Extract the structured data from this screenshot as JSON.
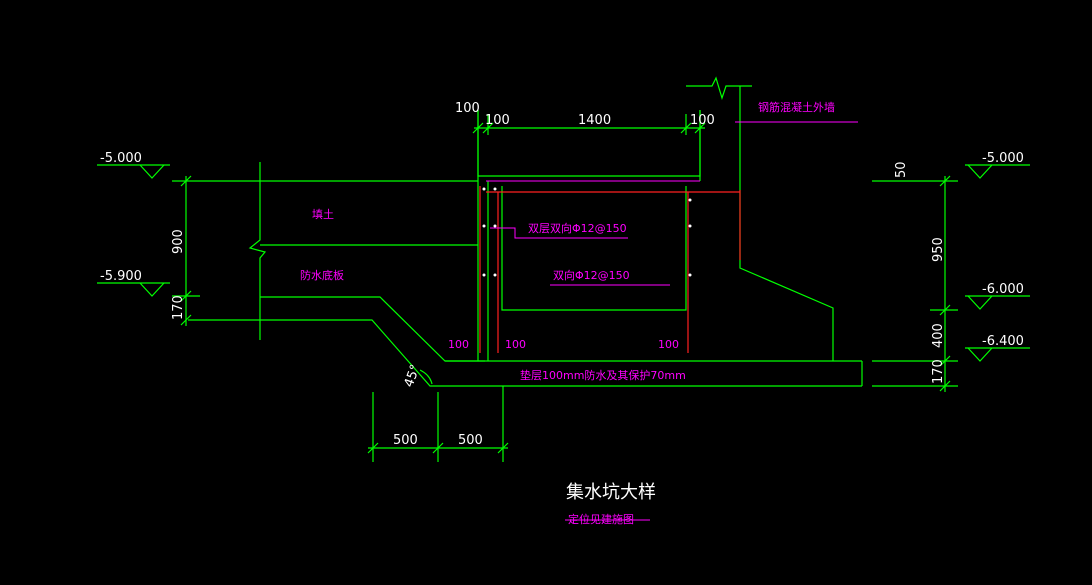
{
  "title": "集水坑大样",
  "subtitle": "定位见建施图",
  "levels": {
    "left_top": "-5.000",
    "left_bottom": "-5.900",
    "right_top": "-5.000",
    "right_mid": "-6.000",
    "right_bottom": "-6.400"
  },
  "dims": {
    "top_100_left": "100",
    "top_100_inner": "100",
    "top_1400": "1400",
    "top_100_right": "100",
    "left_900": "900",
    "left_170": "170",
    "right_50": "50",
    "right_950": "950",
    "right_400": "400",
    "right_170": "170",
    "bottom_500_left": "500",
    "bottom_500_right": "500",
    "angle": "45°",
    "bot_100_a": "100",
    "bot_100_b": "100",
    "bot_100_c": "100"
  },
  "labels": {
    "wall": "钢筋混凝土外墙",
    "backfill": "填土",
    "waterproof": "防水底板",
    "rebar_top": "双层双向Φ12@150",
    "rebar_bottom": "双向Φ12@150",
    "cushion": "垫层100mm防水及其保护70mm"
  }
}
